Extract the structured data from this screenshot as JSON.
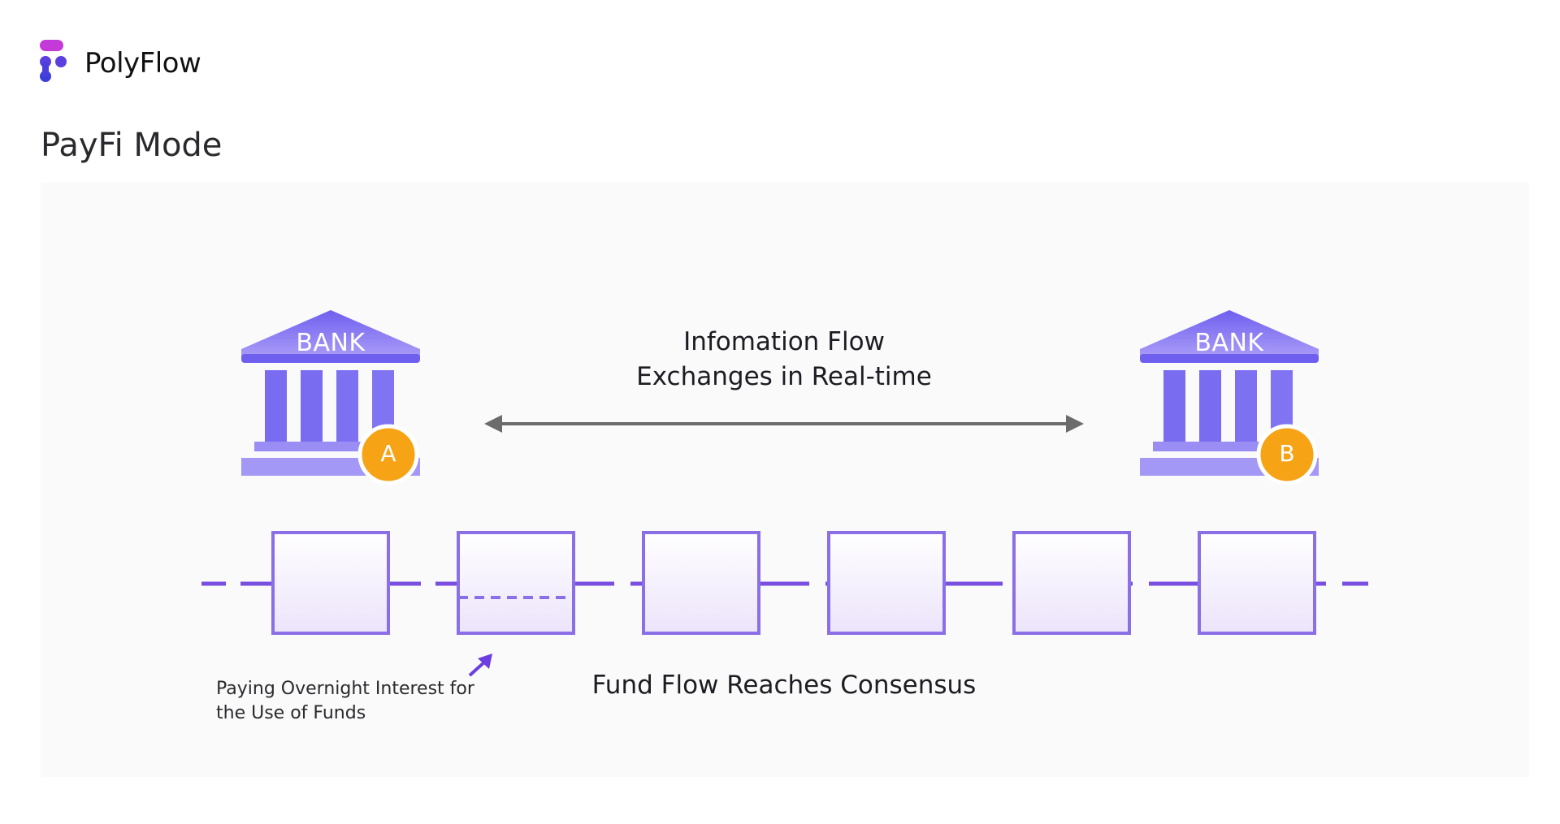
{
  "brand": {
    "name": "PolyFlow",
    "logo_icon": "polyflow-logo-icon",
    "logo_colors": [
      "#c43ad8",
      "#6a45e6",
      "#3b3fd8"
    ]
  },
  "page": {
    "title": "PayFi Mode"
  },
  "diagram": {
    "bank_a": {
      "label": "BANK",
      "badge": "A",
      "icon": "bank-icon"
    },
    "bank_b": {
      "label": "BANK",
      "badge": "B",
      "icon": "bank-icon"
    },
    "information_flow": {
      "line1": "Infomation Flow",
      "line2": "Exchanges in Real-time",
      "icon": "double-arrow-icon"
    },
    "fund_flow_caption": "Fund Flow Reaches Consensus",
    "interest_note": {
      "line1": "Paying Overnight Interest for",
      "line2": "the Use of Funds",
      "icon": "arrow-up-right-icon"
    },
    "block_count": 6,
    "colors": {
      "bank": "#7b6cf0",
      "badge": "#f6a316",
      "chain": "#7a4fe0",
      "arrow": "#6b6b6b",
      "panel": "#fafafa"
    }
  }
}
